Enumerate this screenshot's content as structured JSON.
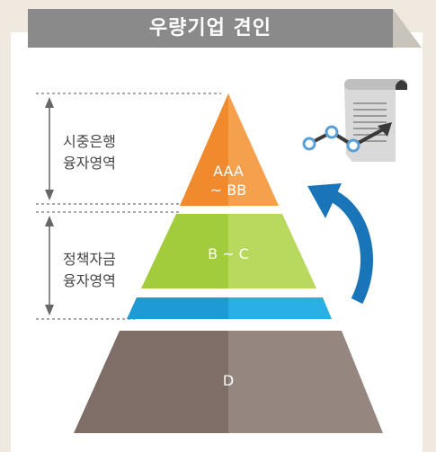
{
  "title": "우량기업 견인",
  "left_labels": {
    "upper": {
      "line1": "시중은행",
      "line2": "융자영역"
    },
    "lower": {
      "line1": "정책자금",
      "line2": "융자영역"
    }
  },
  "pyramid": {
    "tier1": {
      "line1": "AAA",
      "line2": "~ BB",
      "color": "#f08a2c",
      "shade": "#f5a04d"
    },
    "tier2": {
      "label": "B ~ C",
      "color": "#a3cc3d",
      "shade": "#b8d95e"
    },
    "tier3": {
      "color": "#1e9bd7",
      "shade": "#2aaee6"
    },
    "tier4": {
      "label": "D",
      "color": "#7e6e67",
      "shade": "#958680"
    }
  },
  "colors": {
    "frame": "#efe9df",
    "title_bg": "#8a8a8a",
    "arrow": "#1a75b8",
    "node": "#5aa0d8"
  }
}
